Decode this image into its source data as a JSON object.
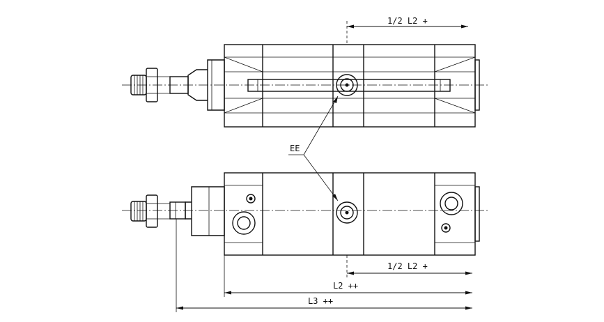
{
  "labels": {
    "half_l2_top": "1/2 L2 +",
    "port": "EE",
    "half_l2_bottom": "1/2 L2 +",
    "l2": "L2 ++",
    "l3": "L3 ++"
  }
}
